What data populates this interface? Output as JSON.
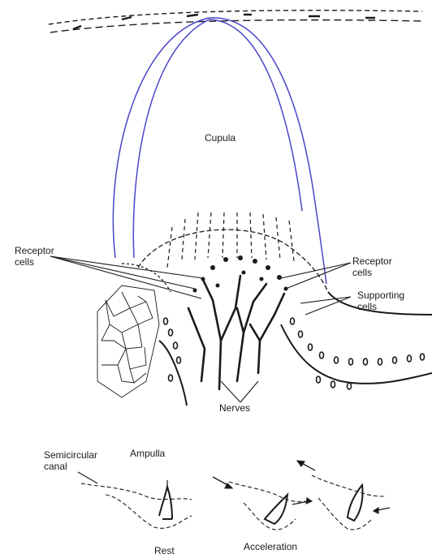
{
  "labels": {
    "cupula": "Cupula",
    "receptor_left_1": "Receptor",
    "receptor_left_2": "cells",
    "receptor_right_1": "Receptor",
    "receptor_right_2": "cells",
    "supporting_1": "Supporting",
    "supporting_2": "cells",
    "nerves": "Nerves",
    "semicircular_1": "Semicircular",
    "semicircular_2": "canal",
    "ampulla": "Ampulla",
    "rest": "Rest",
    "acceleration": "Acceleration"
  },
  "colors": {
    "ink": "#1a1a1a",
    "cupula_outline": "#4a46c8",
    "background": "#ffffff"
  }
}
